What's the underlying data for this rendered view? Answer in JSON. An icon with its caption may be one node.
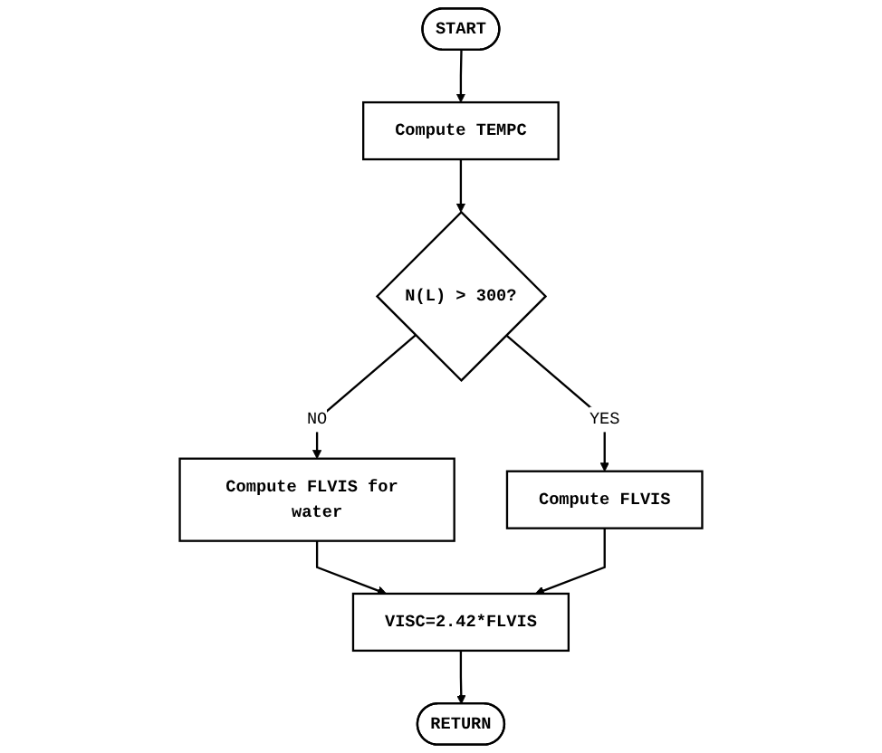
{
  "diagram": {
    "nodes": [
      {
        "text": [
          "START"
        ]
      },
      {
        "text": [
          "Compute TEMPC"
        ]
      },
      {
        "text": [
          "N(L) > 300?"
        ]
      },
      {
        "text": [
          "Compute FLVIS for water"
        ]
      },
      {
        "text": [
          "Compute FLVIS"
        ]
      },
      {
        "text": [
          "VISC=2.42*FLVIS"
        ]
      },
      {
        "text": [
          "RETURN"
        ]
      }
    ],
    "edges": [
      {
        "from": 0,
        "to": 1,
        "arrow": "to"
      },
      {
        "from": 1,
        "to": 2,
        "arrow": "to"
      },
      {
        "from": 2,
        "to": 3,
        "label": "NO",
        "arrow": "to"
      },
      {
        "from": 2,
        "to": 4,
        "label": "YES",
        "arrow": "to"
      },
      {
        "from": 3,
        "to": 5,
        "arrow": "to"
      },
      {
        "from": 4,
        "to": 5,
        "arrow": "to"
      },
      {
        "from": 5,
        "to": 6,
        "arrow": "to"
      }
    ]
  }
}
